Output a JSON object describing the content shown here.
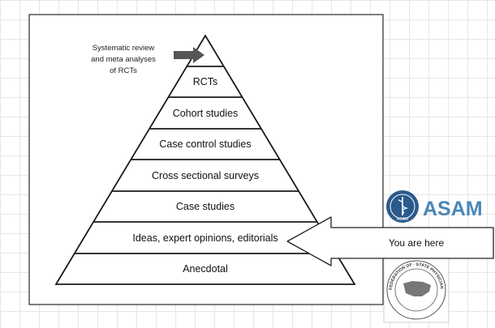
{
  "pyramid": {
    "levels": [
      "RCTs",
      "Cohort studies",
      "Case control studies",
      "Cross sectional surveys",
      "Case studies",
      "Ideas, expert opinions, editorials",
      "Anecdotal"
    ]
  },
  "annotation": {
    "line1": "Systematic review",
    "line2": "and meta analyses",
    "line3": "of RCTs"
  },
  "callout": {
    "text": "You are here"
  },
  "asam_logo": {
    "text": "ASAM",
    "seal_text": "ASAM"
  },
  "fsphp_logo": {
    "ring_text": "FEDERATION OF · STATE PHYSICIAN HEALTH PROGRAMS, INC."
  },
  "colors": {
    "pyramid_fill": "#ffffff",
    "pyramid_stroke": "#1a1a1a",
    "arrow_fill": "#555555",
    "asam_blue": "#2b5a8c",
    "asam_text": "#4a87b5"
  }
}
